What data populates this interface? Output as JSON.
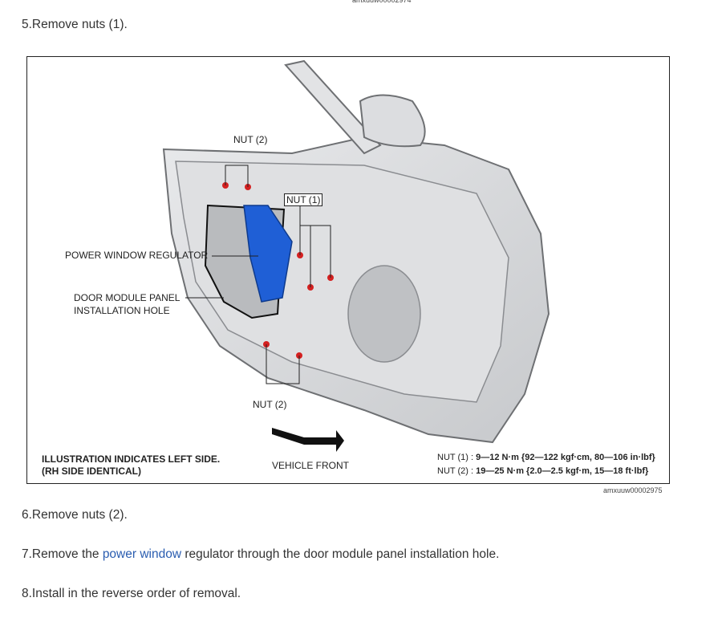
{
  "codes": {
    "top": "amxuuw00002974",
    "bottom": "amxuuw00002975"
  },
  "steps": {
    "s5": "5.Remove nuts (1).",
    "s6": "6.Remove nuts (2).",
    "s7_prefix": "7.Remove the ",
    "s7_link": "power window",
    "s7_suffix": " regulator through the door module panel installation hole.",
    "s8": "8.Install in the reverse order of removal."
  },
  "figure": {
    "label_nut2_top": "NUT (2)",
    "label_nut1": "NUT (1)",
    "label_nut2_bottom": "NUT (2)",
    "label_regulator": "POWER WINDOW REGULATOR",
    "label_panel_line1": "DOOR MODULE PANEL",
    "label_panel_line2": "INSTALLATION HOLE",
    "note_line1": "ILLUSTRATION INDICATES LEFT SIDE.",
    "note_line2": "(RH SIDE IDENTICAL)",
    "vehicle_front": "VEHICLE FRONT",
    "nut1_label": "NUT (1) : ",
    "nut1_value": "9—12 N·m {92—122 kgf·cm, 80—106 in·lbf}",
    "nut2_label": "NUT (2) : ",
    "nut2_value": "19—25 N·m {2.0—2.5 kgf·m, 15—18 ft·lbf}"
  },
  "colors": {
    "link": "#2a5db0",
    "regulator_blue": "#1f5fd6",
    "nut_red": "#d42020",
    "door_gray": "#d9dadc"
  }
}
